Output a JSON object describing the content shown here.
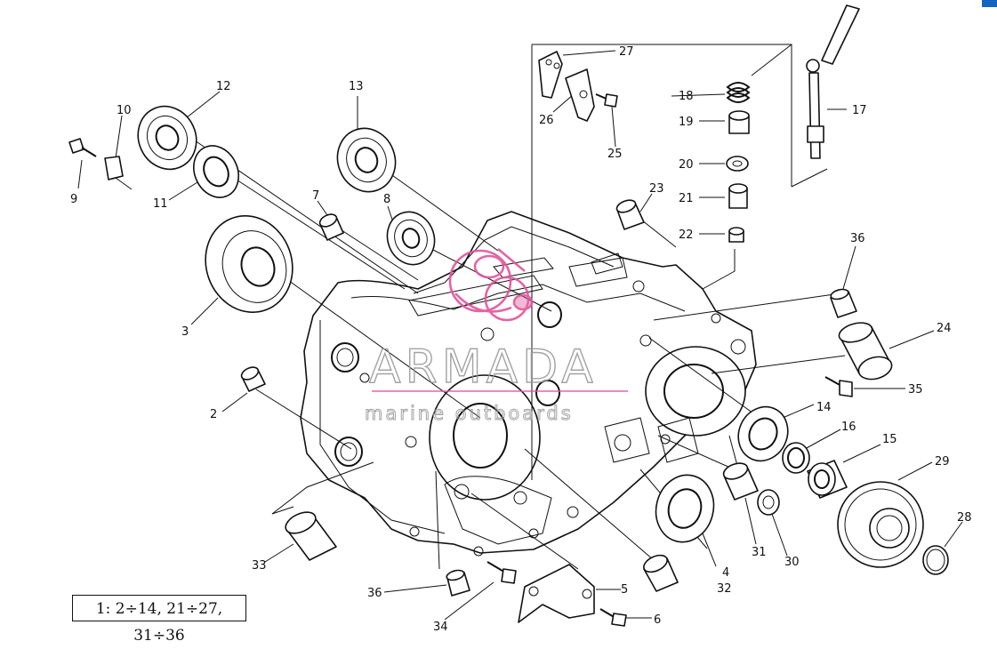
{
  "callouts": {
    "c2": "2",
    "c3": "3",
    "c4": "4",
    "c5": "5",
    "c6": "6",
    "c7": "7",
    "c8": "8",
    "c9": "9",
    "c10": "10",
    "c11": "11",
    "c12": "12",
    "c13": "13",
    "c14": "14",
    "c15": "15",
    "c16": "16",
    "c17": "17",
    "c18": "18",
    "c19": "19",
    "c20": "20",
    "c21": "21",
    "c22": "22",
    "c23": "23",
    "c24": "24",
    "c25": "25",
    "c26": "26",
    "c27": "27",
    "c28": "28",
    "c29": "29",
    "c30": "30",
    "c31": "31",
    "c32": "32",
    "c33": "33",
    "c34": "34",
    "c35": "35",
    "c36a": "36",
    "c36b": "36"
  },
  "legend": "1: 2÷14, 21÷27, 31÷36",
  "watermark": {
    "brand": "ARMADA",
    "tagline": "marine outboards"
  },
  "colors": {
    "line": "#111111",
    "watermark_pink": "#e0559b",
    "watermark_grey": "#9a9a9a",
    "accent": "#1565c0"
  }
}
